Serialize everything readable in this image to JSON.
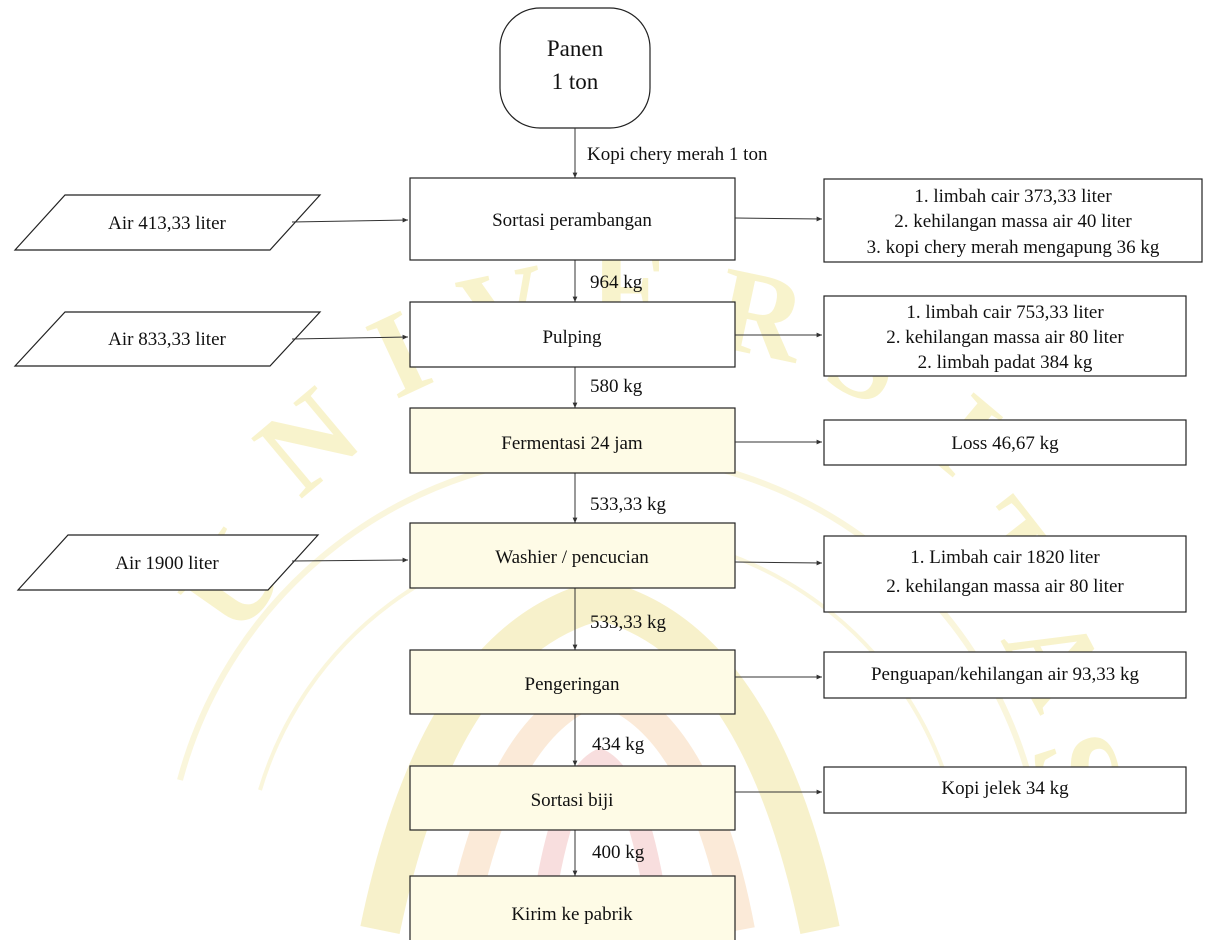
{
  "start": {
    "line1": "Panen",
    "line2": "1 ton"
  },
  "flow_labels": {
    "f0": "Kopi chery merah 1 ton",
    "f1": "964 kg",
    "f2": "580 kg",
    "f3": "533,33 kg",
    "f4": "533,33 kg",
    "f5": "434 kg",
    "f6": "400 kg"
  },
  "process": {
    "p1": "Sortasi perambangan",
    "p2": "Pulping",
    "p3": "Fermentasi 24 jam",
    "p4": "Washier / pencucian",
    "p5": "Pengeringan",
    "p6": "Sortasi biji",
    "p7": "Kirim ke pabrik"
  },
  "inputs": {
    "i1": "Air 413,33 liter",
    "i2": "Air 833,33 liter",
    "i3": "Air 1900 liter"
  },
  "outputs": {
    "o1": [
      "1. limbah cair 373,33 liter",
      "2. kehilangan massa air 40 liter",
      "3. kopi chery merah mengapung 36 kg"
    ],
    "o2": [
      "1. limbah cair 753,33 liter",
      "2. kehilangan massa air 80 liter",
      "2. limbah padat 384 kg"
    ],
    "o3": [
      "Loss 46,67 kg"
    ],
    "o4": [
      "1. Limbah cair 1820 liter",
      "2. kehilangan massa air 80 liter"
    ],
    "o5": [
      "Penguapan/kehilangan air 93,33 kg"
    ],
    "o6": [
      "Kopi jelek 34 kg"
    ]
  },
  "colors": {
    "highlight_box_fill": "#fefbe6",
    "watermark": "#f3e9a2"
  }
}
